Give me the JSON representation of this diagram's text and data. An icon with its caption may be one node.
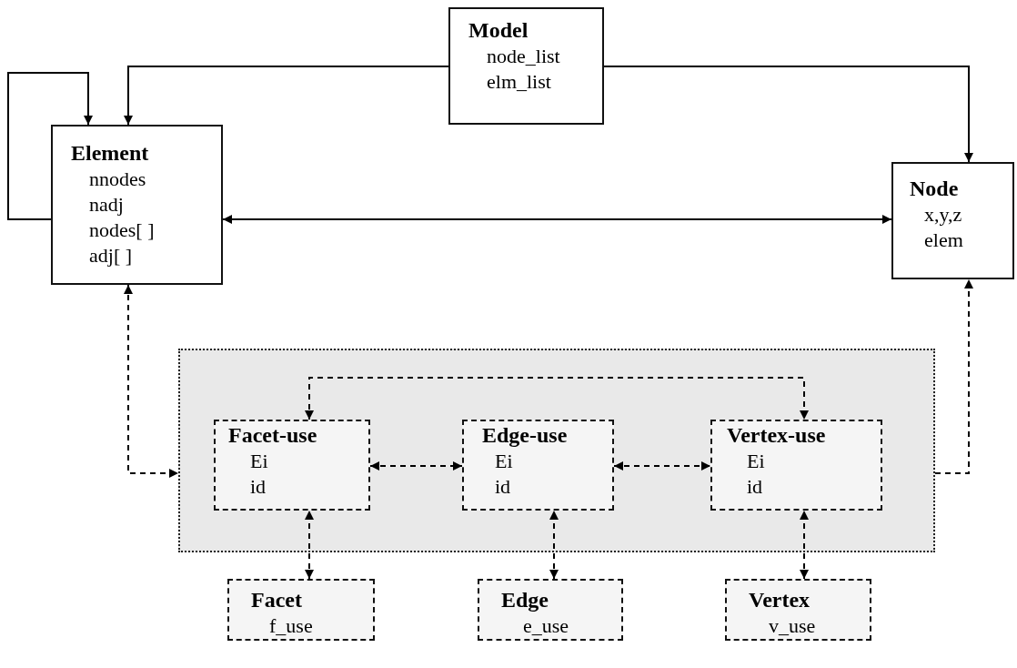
{
  "diagram": {
    "nodes": [
      {
        "text": [
          "Model",
          "node_list",
          "elm_list"
        ]
      },
      {
        "text": [
          "Element",
          "nnodes",
          "nadj",
          "nodes[ ]",
          "adj[ ]"
        ]
      },
      {
        "text": [
          "Node",
          "x,y,z",
          "elem"
        ]
      },
      {
        "text": [],
        "shape": "box"
      },
      {
        "text": [
          "Facet-use",
          "Ei",
          "id"
        ],
        "in": 3
      },
      {
        "text": [
          "Edge-use",
          "Ei",
          "id"
        ],
        "in": 3
      },
      {
        "text": [
          "Vertex-use",
          "Ei",
          "id"
        ],
        "in": 3
      },
      {
        "text": [
          "Facet",
          "f_use"
        ]
      },
      {
        "text": [
          "Edge",
          "e_use"
        ]
      },
      {
        "text": [
          "Vertex",
          "v_use"
        ]
      }
    ],
    "edges": [
      {
        "from": 0,
        "to": 1,
        "arrow": "to"
      },
      {
        "from": 0,
        "to": 2,
        "arrow": "to"
      },
      {
        "from": 1,
        "to": 1,
        "arrow": "to"
      },
      {
        "from": 1,
        "to": 2,
        "arrow": "both"
      },
      {
        "from": 1,
        "to": 3,
        "arrow": "both",
        "style": "dashed"
      },
      {
        "from": 3,
        "to": 2,
        "arrow": "to",
        "style": "dashed"
      },
      {
        "from": 4,
        "to": 6,
        "arrow": "both",
        "style": "dashed"
      },
      {
        "from": 4,
        "to": 5,
        "arrow": "both",
        "style": "dashed"
      },
      {
        "from": 5,
        "to": 6,
        "arrow": "both",
        "style": "dashed"
      },
      {
        "from": 7,
        "to": 4,
        "arrow": "both",
        "style": "dashed"
      },
      {
        "from": 8,
        "to": 5,
        "arrow": "both",
        "style": "dashed"
      },
      {
        "from": 9,
        "to": 6,
        "arrow": "both",
        "style": "dashed"
      }
    ]
  }
}
